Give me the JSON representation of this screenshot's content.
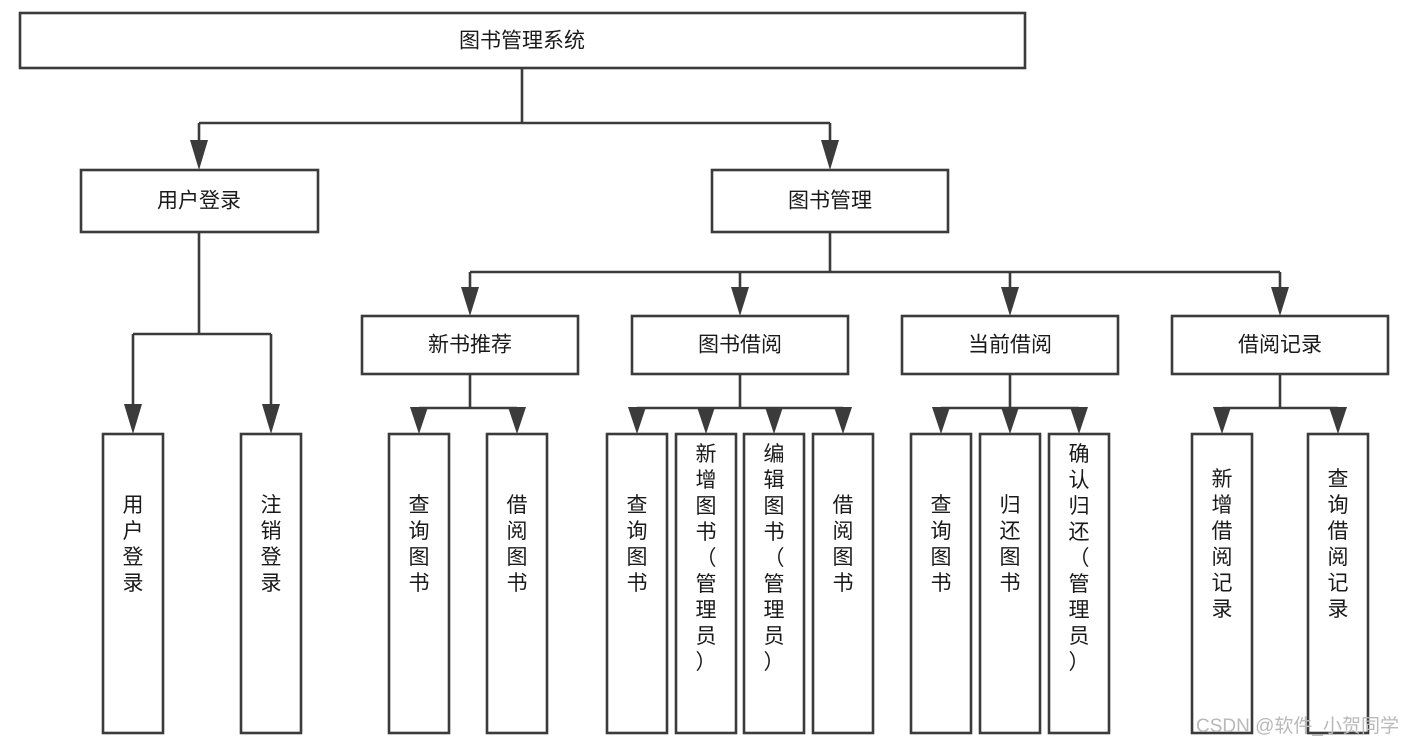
{
  "diagram": {
    "title_node": {
      "label": "图书管理系统"
    },
    "level2": [
      {
        "id": "user-login",
        "label": "用户登录"
      },
      {
        "id": "book-management",
        "label": "图书管理"
      }
    ],
    "level3": [
      {
        "id": "new-book-recommend",
        "label": "新书推荐"
      },
      {
        "id": "book-borrow",
        "label": "图书借阅"
      },
      {
        "id": "current-borrow",
        "label": "当前借阅"
      },
      {
        "id": "borrow-record",
        "label": "借阅记录"
      }
    ],
    "leaves": {
      "user_login": [
        {
          "id": "leaf-user-login",
          "label": "用户登录"
        },
        {
          "id": "leaf-logout-login",
          "label": "注销登录"
        }
      ],
      "new_book_recommend": [
        {
          "id": "leaf-query-book-1",
          "label": "查询图书"
        },
        {
          "id": "leaf-borrow-book-1",
          "label": "借阅图书"
        }
      ],
      "book_borrow": [
        {
          "id": "leaf-query-book-2",
          "label": "查询图书"
        },
        {
          "id": "leaf-add-book",
          "label": "新增图书（管理员）"
        },
        {
          "id": "leaf-edit-book",
          "label": "编辑图书（管理员）"
        },
        {
          "id": "leaf-borrow-book-2",
          "label": "借阅图书"
        }
      ],
      "current_borrow": [
        {
          "id": "leaf-query-book-3",
          "label": "查询图书"
        },
        {
          "id": "leaf-return-book",
          "label": "归还图书"
        },
        {
          "id": "leaf-confirm-return",
          "label": "确认归还（管理员）"
        }
      ],
      "borrow_record": [
        {
          "id": "leaf-add-record",
          "label": "新增借阅记录"
        },
        {
          "id": "leaf-query-record",
          "label": "查询借阅记录"
        }
      ]
    },
    "watermark": "CSDN @软件_小贺同学",
    "colors": {
      "stroke": "#3b3b3b",
      "fill": "#ffffff",
      "text": "#1a1a1a",
      "watermark": "#b9b9b9",
      "background": "#ffffff"
    }
  }
}
